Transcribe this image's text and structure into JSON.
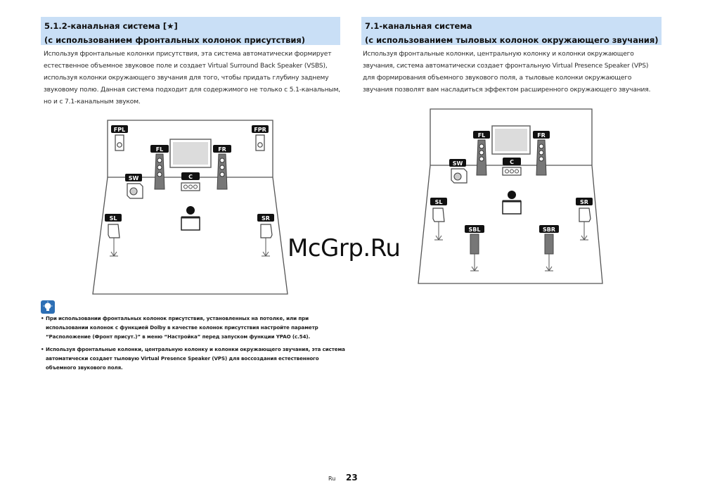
{
  "left": {
    "title_line1": "5.1.2-канальная система [★]",
    "title_line2": "(с использованием фронтальных колонок присутствия)",
    "body_lines": [
      "Используя фронтальные колонки присутствия, эта система автоматически формирует",
      "естественное объемное звуковое поле и создает Virtual Surround Back Speaker (VSBS),",
      "используя колонки окружающего звучания для того, чтобы придать глубину заднему",
      "звуковому полю. Данная система подходит для содержимого не только с 5.1-канальным,",
      "но и с 7.1-канальным звуком."
    ],
    "speakers": {
      "fpl": "FPL",
      "fpr": "FPR",
      "fl": "FL",
      "fr": "FR",
      "sw": "SW",
      "c": "C",
      "sl": "SL",
      "sr": "SR"
    }
  },
  "right": {
    "title_line1": "7.1-канальная система",
    "title_line2": "(с использованием тыловых колонок окружающего звучания)",
    "body_lines": [
      "Используя фронтальные колонки, центральную колонку и колонки окружающего",
      "звучания, система автоматически создает фронтальную Virtual Presence Speaker (VPS)",
      "для формирования объемного звукового поля, а тыловые колонки окружающего",
      "звучания позволят вам насладиться эффектом расширенного окружающего звучания."
    ],
    "speakers": {
      "fl": "FL",
      "fr": "FR",
      "sw": "SW",
      "c": "C",
      "sl": "SL",
      "sr": "SR",
      "sbl": "SBL",
      "sbr": "SBR"
    }
  },
  "notes": [
    {
      "lines": [
        "При использовании фронтальных колонок присутствия, установленных на потолке, или при",
        "использовании колонок с функцией Dolby в качестве колонок присутствия настройте параметр",
        "“Расположение (Фронт присут.)” в меню “Настройка” перед запуском функции YPAO (с.54)."
      ]
    },
    {
      "lines": [
        "Используя фронтальные колонки, центральную колонку и колонки окружающего звучания, эта система",
        "автоматически создает тыловую Virtual Presence Speaker (VPS) для воссоздания естественного",
        "объемного звукового поля."
      ]
    }
  ],
  "watermark": "McGrp.Ru",
  "footer": {
    "lang": "Ru",
    "page": "23"
  },
  "icons": {
    "hint": "lightbulb-hint-icon"
  },
  "colors": {
    "header_bg": "#c9dff6",
    "label_bg": "#111111"
  }
}
